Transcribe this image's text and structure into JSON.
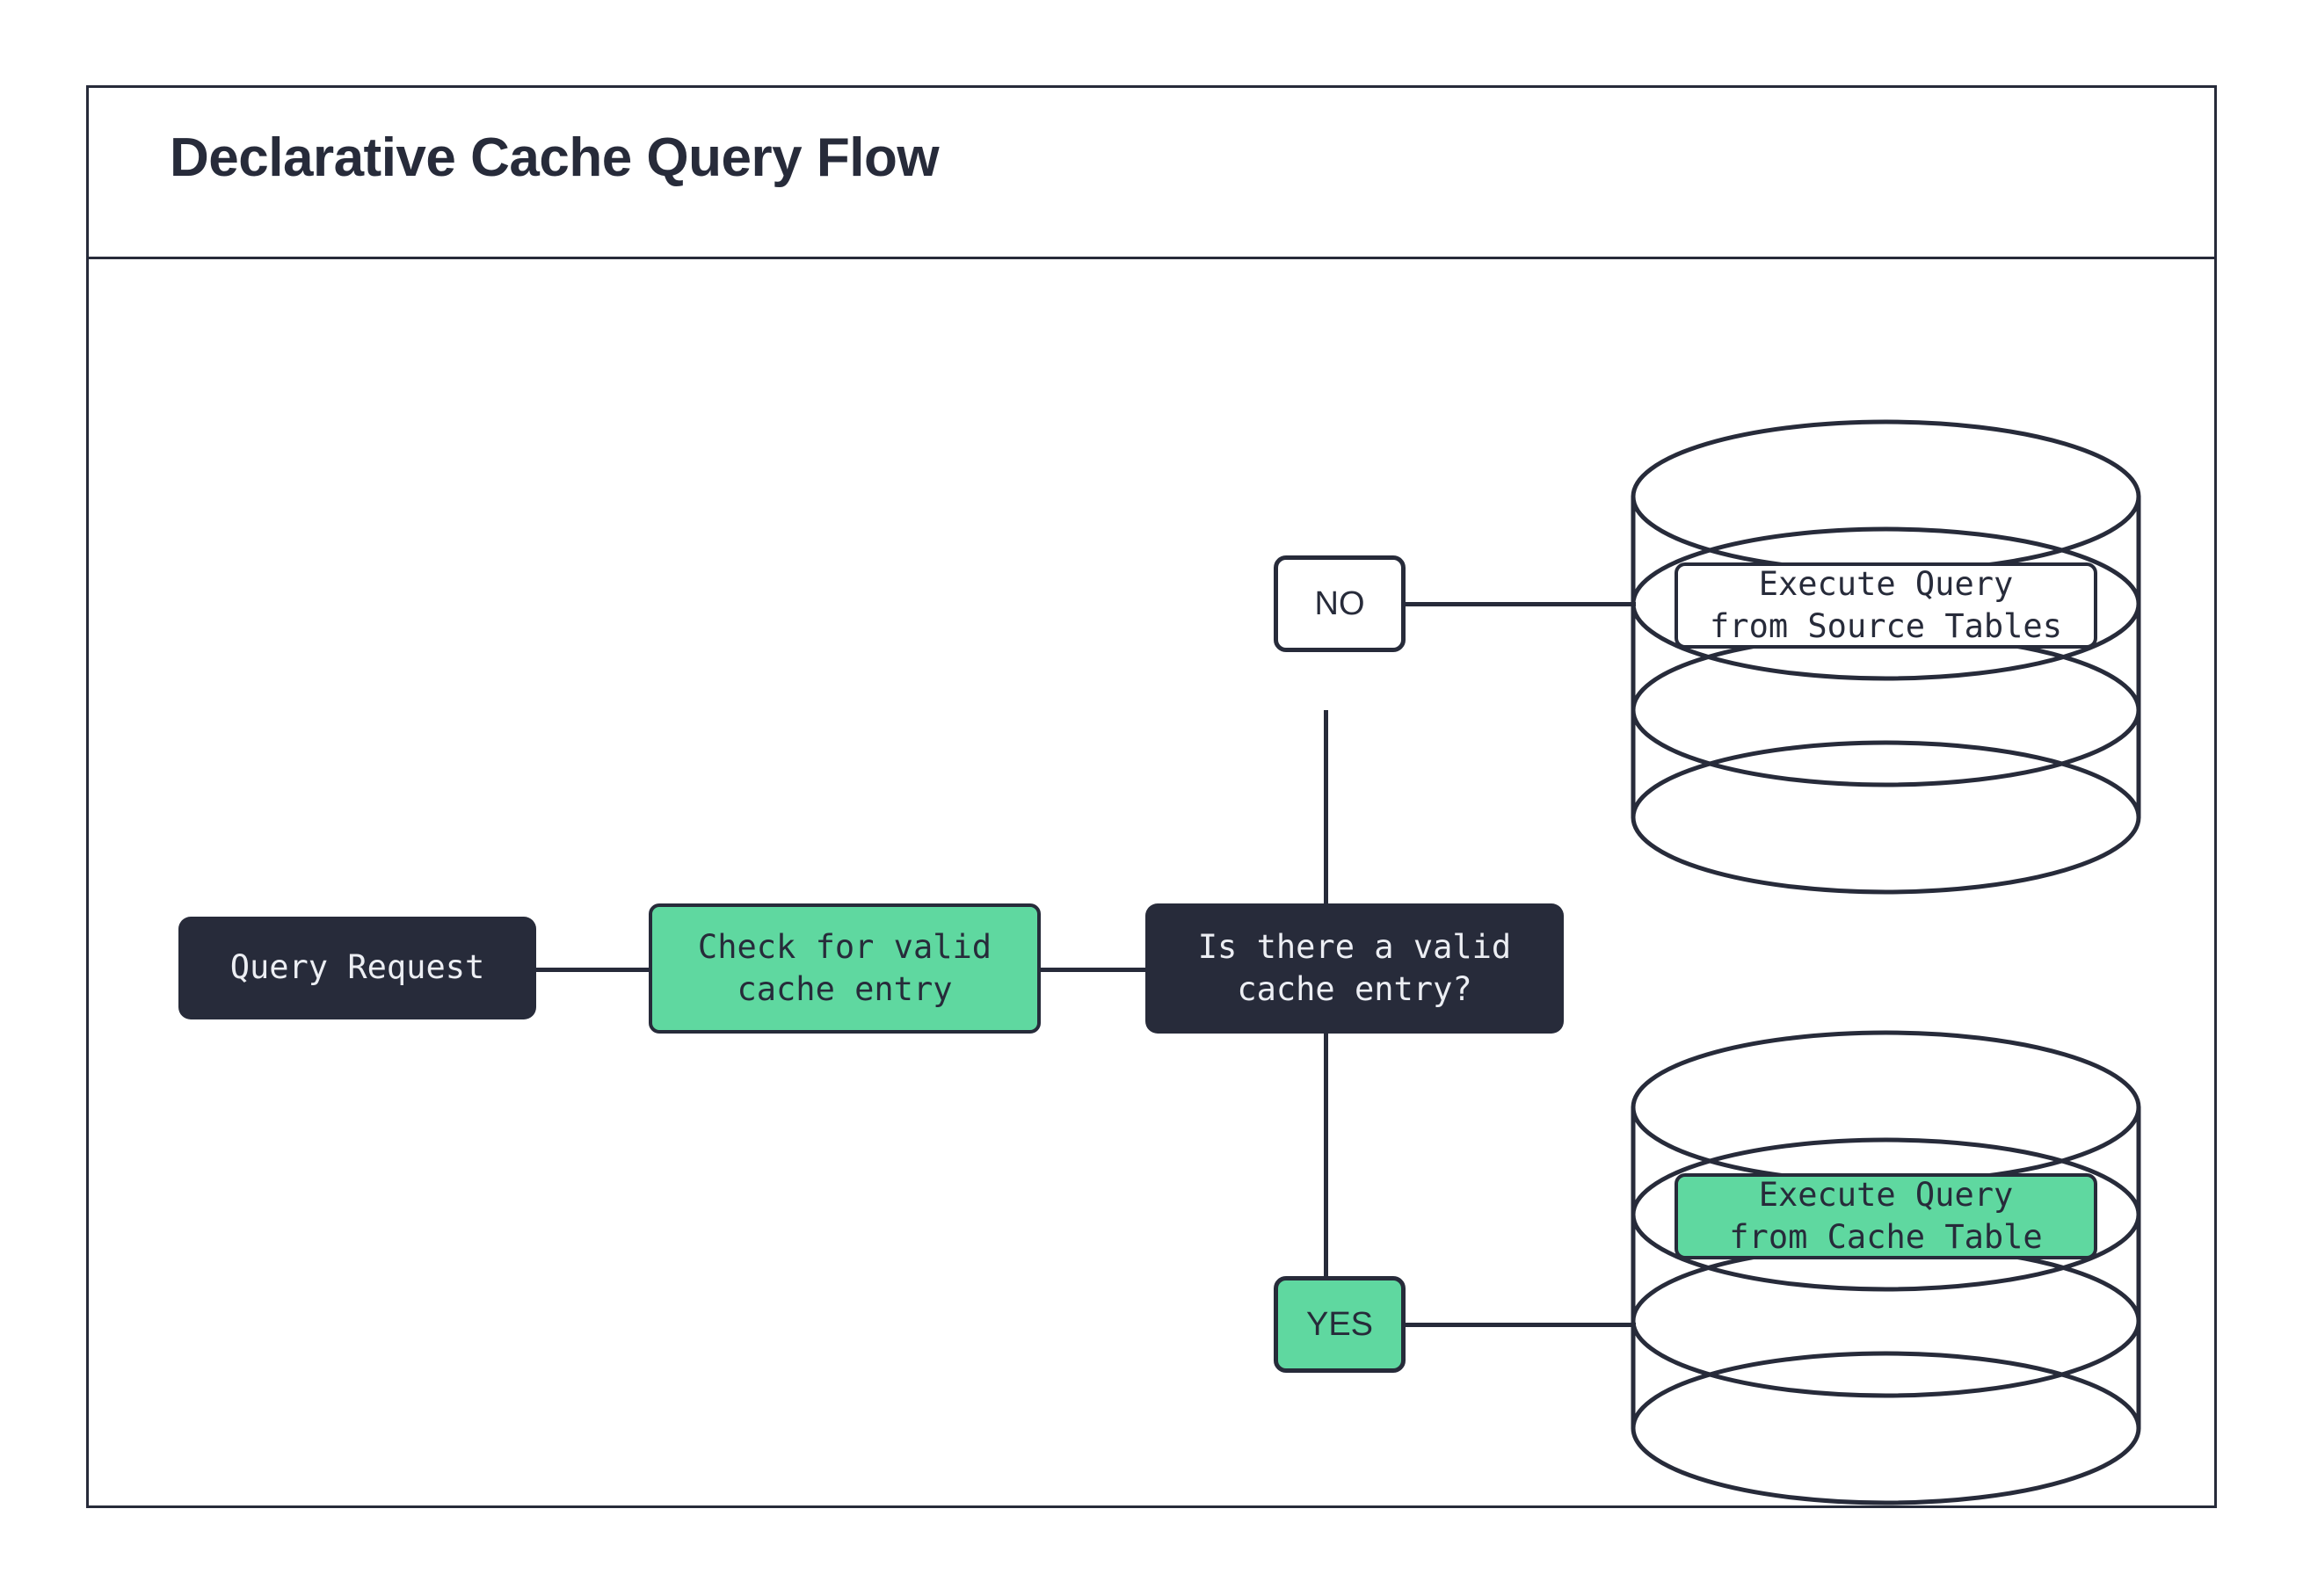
{
  "diagram": {
    "title": "Declarative Cache Query Flow",
    "colors": {
      "ink": "#272b3a",
      "accent_green": "#5fd8a0",
      "surface": "#ffffff",
      "dark_fill": "#272b3a",
      "dark_text": "#eceef3"
    },
    "nodes": {
      "query_request": {
        "label": "Query Request",
        "style": "dark"
      },
      "check_cache": {
        "label": "Check for valid\ncache entry",
        "style": "green"
      },
      "decision": {
        "label": "Is there a valid\ncache entry?",
        "style": "dark"
      },
      "branch_no": {
        "label": "NO",
        "style": "white"
      },
      "branch_yes": {
        "label": "YES",
        "style": "green"
      },
      "source_db": {
        "label": "Execute Query\nfrom Source Tables",
        "style": "white",
        "shape": "database-cylinder"
      },
      "cache_db": {
        "label": "Execute Query\nfrom Cache Table",
        "style": "green",
        "shape": "database-cylinder"
      }
    },
    "edges": [
      {
        "from": "query_request",
        "to": "check_cache",
        "label": ""
      },
      {
        "from": "check_cache",
        "to": "decision",
        "label": ""
      },
      {
        "from": "decision",
        "to": "branch_no",
        "label": "NO"
      },
      {
        "from": "branch_no",
        "to": "source_db",
        "label": ""
      },
      {
        "from": "decision",
        "to": "branch_yes",
        "label": "YES"
      },
      {
        "from": "branch_yes",
        "to": "cache_db",
        "label": ""
      }
    ]
  }
}
